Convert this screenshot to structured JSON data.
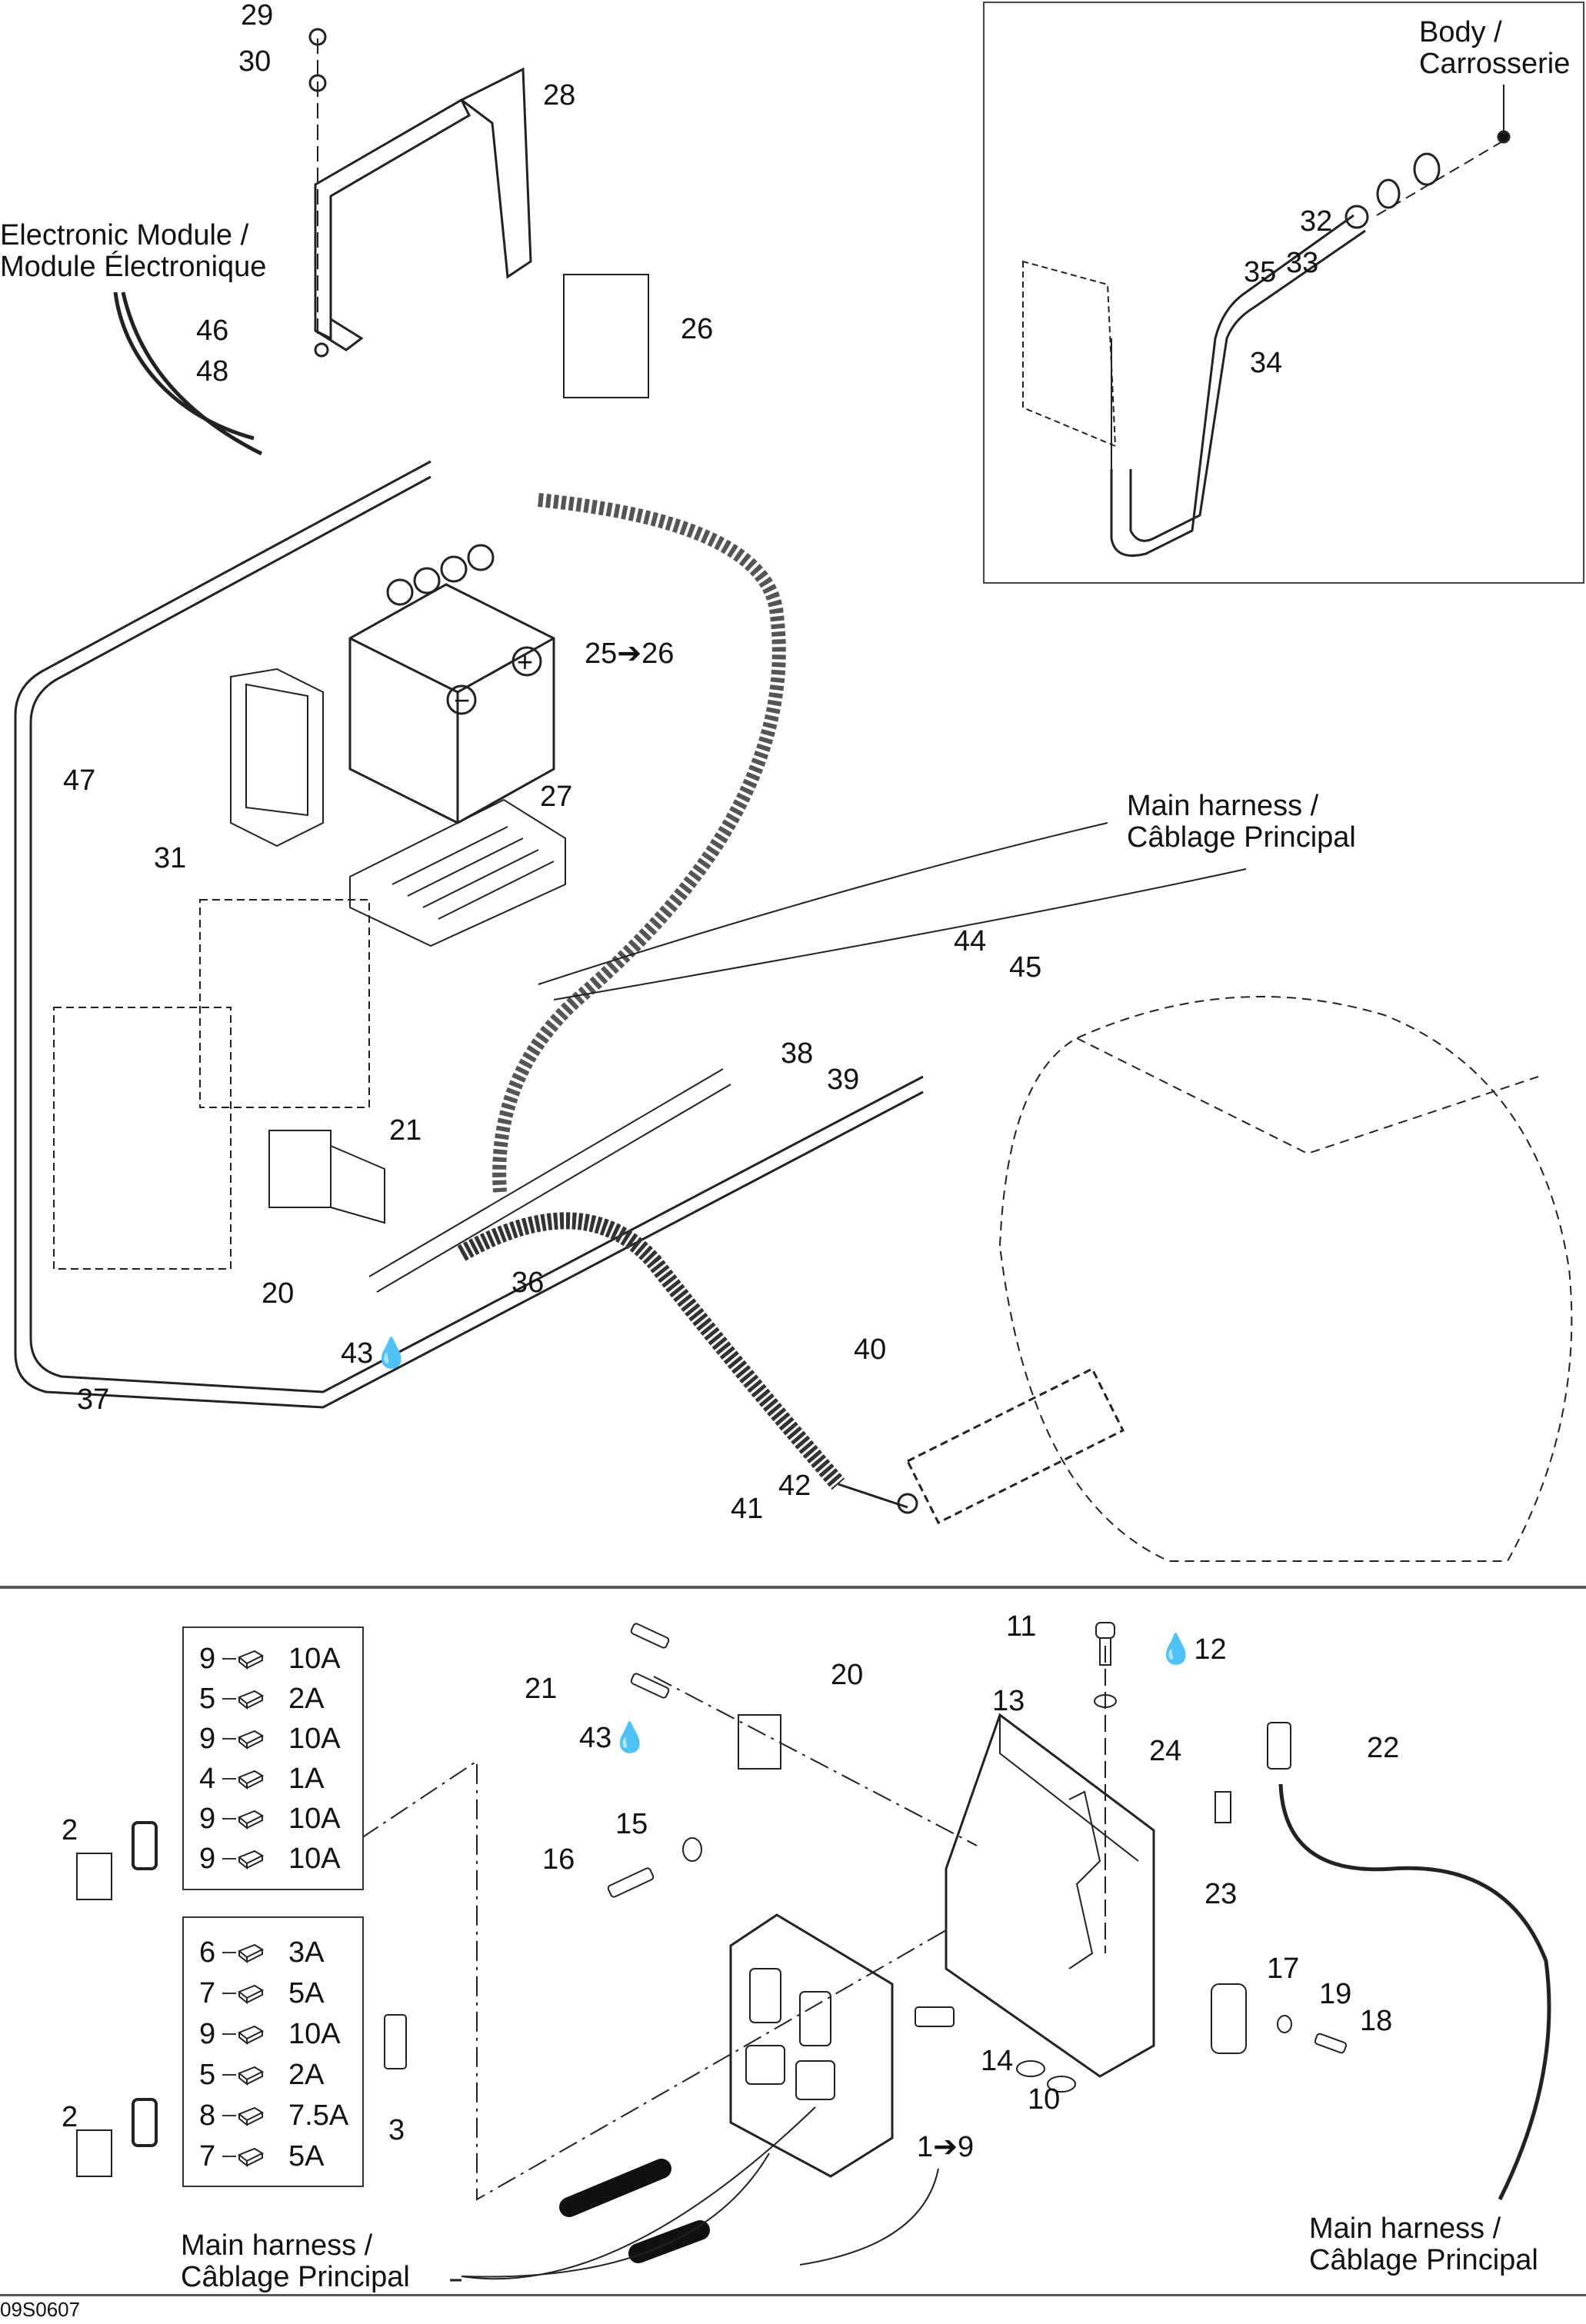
{
  "figure_code": "09S0607",
  "notes": {
    "body": "Body /\nCarrosserie",
    "electronic_module": "Electronic Module /\nModule Électronique",
    "main_harness_top": "Main harness /\nCâblage Principal",
    "main_harness_bottom_left": "Main harness /\nCâblage Principal",
    "main_harness_bottom_right": "Main harness /\nCâblage Principal"
  },
  "callouts_top": {
    "c29": "29",
    "c30": "30",
    "c28": "28",
    "c46": "46",
    "c48": "48",
    "c26": "26",
    "c25": "25➔26",
    "c47": "47",
    "c31": "31",
    "c27": "27",
    "c21": "21",
    "c20": "20",
    "c36": "36",
    "c43": "43",
    "c37": "37",
    "c40": "40",
    "c41": "41",
    "c42": "42",
    "c38": "38",
    "c39": "39",
    "c44": "44",
    "c45": "45",
    "c32": "32",
    "c33": "33",
    "c34": "34",
    "c35": "35"
  },
  "callouts_bottom": {
    "c11": "11",
    "c12": "12",
    "c13": "13",
    "c24": "24",
    "c22": "22",
    "c21": "21",
    "c20": "20",
    "c43": "43",
    "c15": "15",
    "c16": "16",
    "c23": "23",
    "c17": "17",
    "c19": "19",
    "c18": "18",
    "c14": "14",
    "c10": "10",
    "c1_9": "1➔9",
    "c2a": "2",
    "c2b": "2",
    "c3": "3"
  },
  "fuse_box_1": [
    {
      "qty": "9",
      "rating": "10A"
    },
    {
      "qty": "5",
      "rating": "2A"
    },
    {
      "qty": "9",
      "rating": "10A"
    },
    {
      "qty": "4",
      "rating": "1A"
    },
    {
      "qty": "9",
      "rating": "10A"
    },
    {
      "qty": "9",
      "rating": "10A"
    }
  ],
  "fuse_box_2": [
    {
      "qty": "6",
      "rating": "3A"
    },
    {
      "qty": "7",
      "rating": "5A"
    },
    {
      "qty": "9",
      "rating": "10A"
    },
    {
      "qty": "5",
      "rating": "2A"
    },
    {
      "qty": "8",
      "rating": "7.5A"
    },
    {
      "qty": "7",
      "rating": "5A"
    }
  ]
}
